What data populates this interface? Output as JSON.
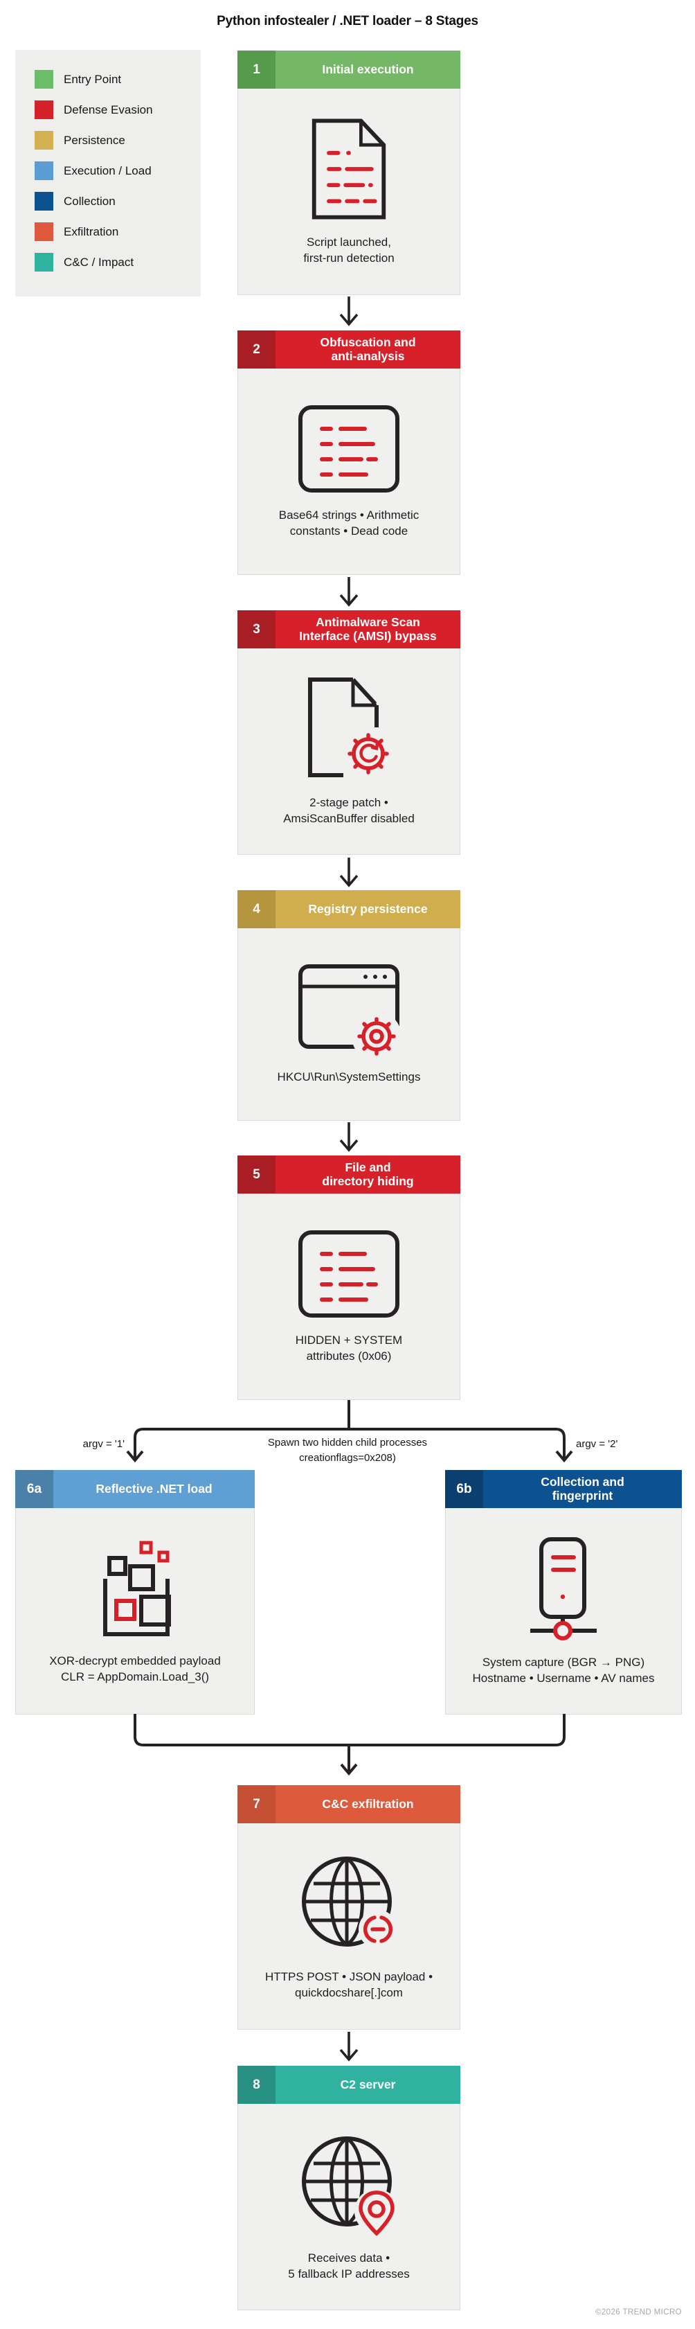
{
  "title": "Python infostealer / .NET loader – 8 Stages",
  "legend": {
    "items": [
      {
        "label": "Entry Point",
        "color": "#6cbd6a"
      },
      {
        "label": "Defense Evasion",
        "color": "#d7212a"
      },
      {
        "label": "Persistence",
        "color": "#d3b152"
      },
      {
        "label": "Execution / Load",
        "color": "#5b9cd4"
      },
      {
        "label": "Collection",
        "color": "#0d5290"
      },
      {
        "label": "Exfiltration",
        "color": "#dd5b3c"
      },
      {
        "label": "C&C / Impact",
        "color": "#30b2a1"
      }
    ]
  },
  "stages": [
    {
      "id": "1",
      "title_lines": [
        "Initial execution"
      ],
      "caption_lines": [
        "Script launched,",
        "first-run detection"
      ],
      "header_color": "#74b767",
      "number_color": "#569a4b",
      "icon": "script-document-icon"
    },
    {
      "id": "2",
      "title_lines": [
        "Obfuscation and",
        "anti-analysis"
      ],
      "caption_lines": [
        "Base64 strings • Arithmetic",
        "constants • Dead code"
      ],
      "header_color": "#d7212a",
      "number_color": "#a81e24",
      "icon": "code-lines-icon"
    },
    {
      "id": "3",
      "title_lines": [
        "Antimalware Scan",
        "Interface (AMSI) bypass"
      ],
      "caption_lines": [
        "2-stage patch •",
        "AmsiScanBuffer disabled"
      ],
      "header_color": "#d7212a",
      "number_color": "#a81e24",
      "icon": "document-gear-icon"
    },
    {
      "id": "4",
      "title_lines": [
        "Registry persistence"
      ],
      "caption_lines": [
        "HKCU\\Run\\SystemSettings"
      ],
      "header_color": "#d1ae4d",
      "number_color": "#b6953f",
      "icon": "window-gear-icon"
    },
    {
      "id": "5",
      "title_lines": [
        "File and",
        "directory hiding"
      ],
      "caption_lines": [
        "HIDDEN + SYSTEM",
        "attributes (0x06)"
      ],
      "header_color": "#d7212a",
      "number_color": "#a81e24",
      "icon": "code-lines-icon"
    },
    {
      "id": "6a",
      "title_lines": [
        "Reflective .NET load"
      ],
      "caption_lines": [
        "XOR-decrypt embedded payload",
        "CLR = AppDomain.Load_3()"
      ],
      "header_color": "#5f9fd4",
      "number_color": "#4b80a9",
      "icon": "assembly-blocks-icon"
    },
    {
      "id": "6b",
      "title_lines": [
        "Collection and",
        "fingerprint"
      ],
      "caption_lines": [
        "System capture (BGR → PNG)",
        "Hostname • Username • AV names"
      ],
      "header_color": "#0d5290",
      "number_color": "#0a3f70",
      "icon": "server-network-icon"
    },
    {
      "id": "7",
      "title_lines": [
        "C&C exfiltration"
      ],
      "caption_lines": [
        "HTTPS POST • JSON payload •",
        "quickdocshare[.]com"
      ],
      "header_color": "#dd5b3c",
      "number_color": "#c55034",
      "icon": "globe-link-icon"
    },
    {
      "id": "8",
      "title_lines": [
        "C2 server"
      ],
      "caption_lines": [
        "Receives data •",
        "5 fallback IP addresses"
      ],
      "header_color": "#30b2a1",
      "number_color": "#289184",
      "icon": "globe-pin-icon"
    }
  ],
  "branch": {
    "left_label": "argv = '1'",
    "right_label": "argv = '2'",
    "center_label_lines": [
      "Spawn two hidden child processes",
      "creationflags=0x208)"
    ]
  },
  "footer": "©2026 TREND MICRO"
}
